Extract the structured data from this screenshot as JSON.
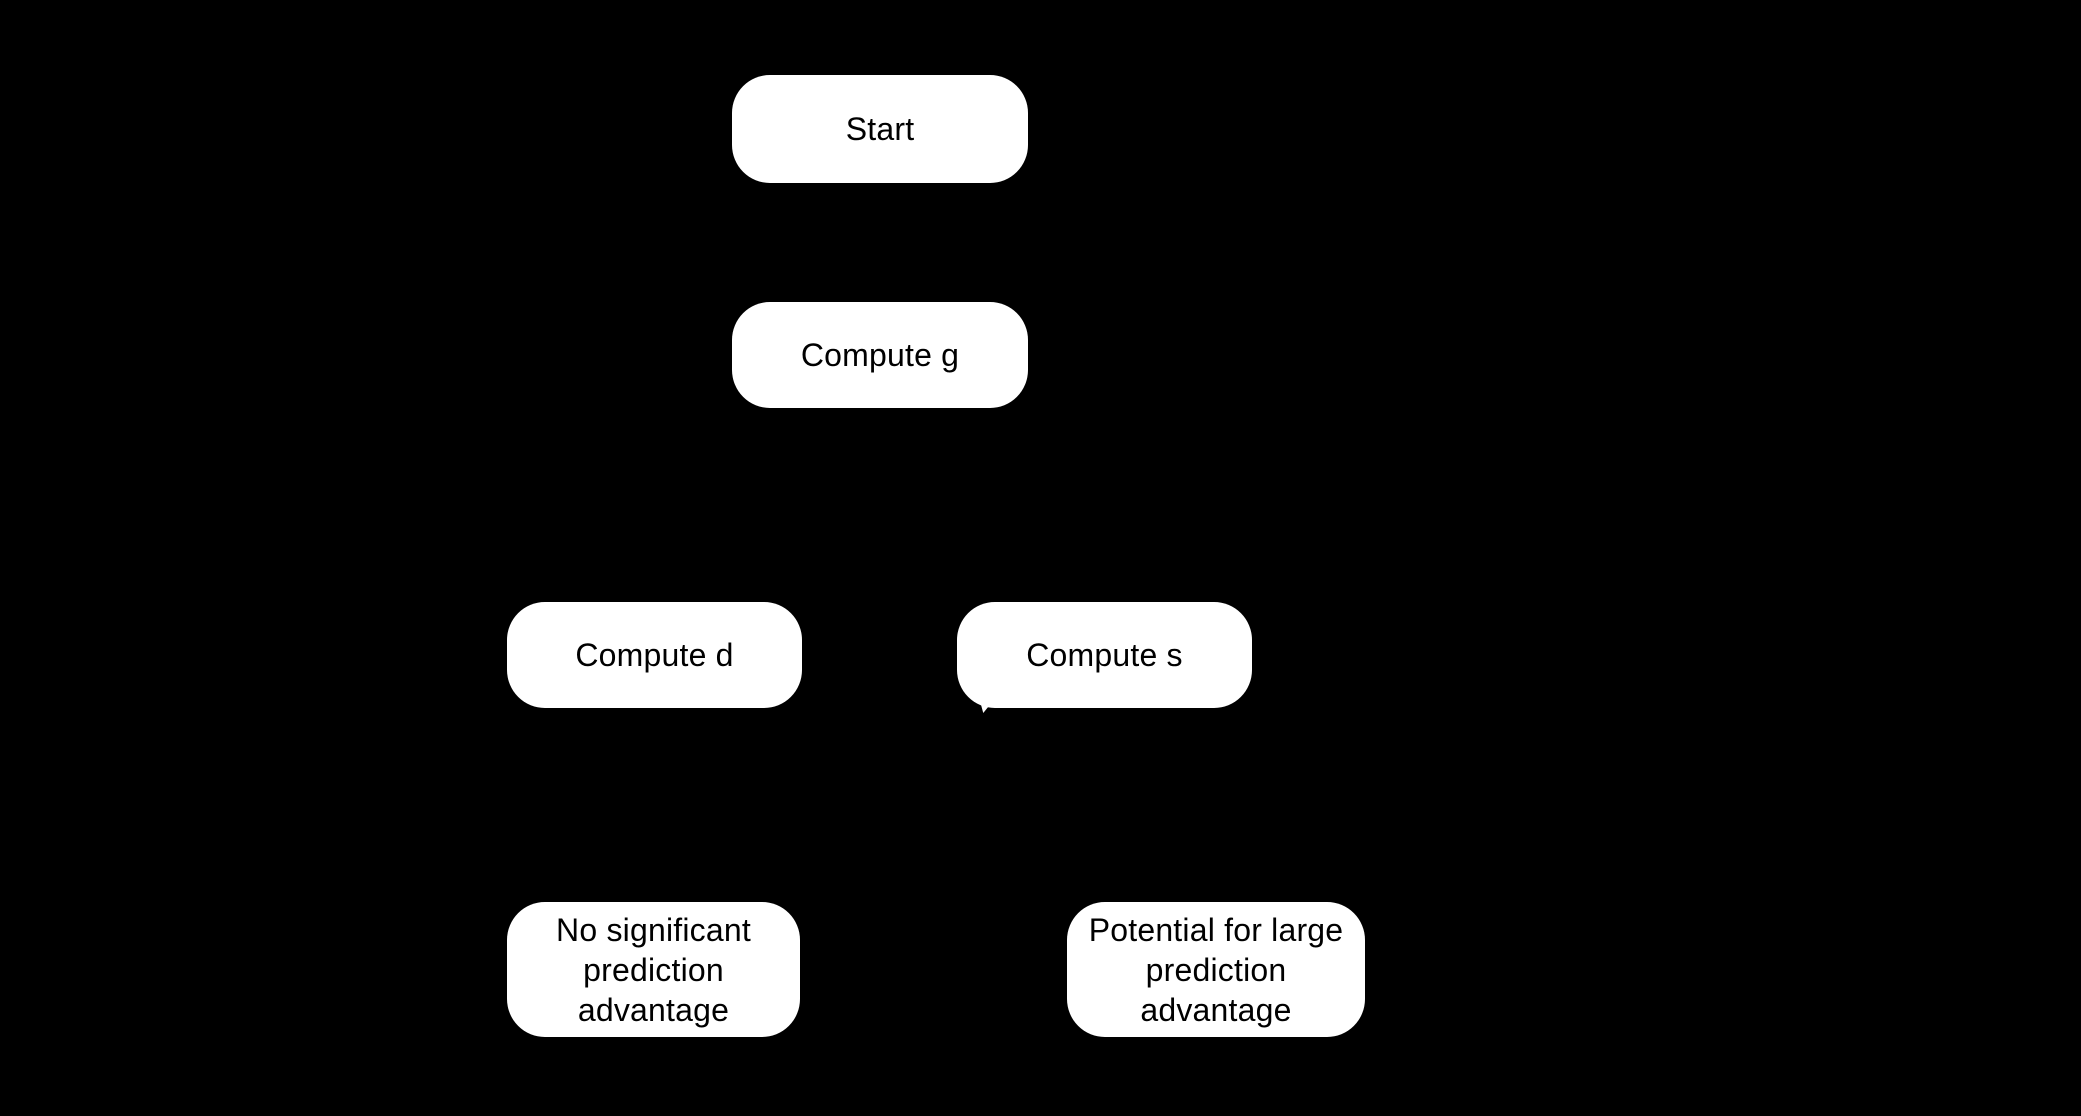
{
  "diagram": {
    "type": "flowchart",
    "background_color": "#000000",
    "node_fill_color": "#ffffff",
    "node_text_color": "#000000",
    "nodes": {
      "start": {
        "label": "Start"
      },
      "compute_g": {
        "label": "Compute g"
      },
      "compute_d": {
        "label": "Compute d"
      },
      "compute_s": {
        "label": "Compute s"
      },
      "no_advantage": {
        "label": "No significant\nprediction\nadvantage"
      },
      "large_advantage": {
        "label": "Potential for large\nprediction\nadvantage"
      }
    }
  }
}
